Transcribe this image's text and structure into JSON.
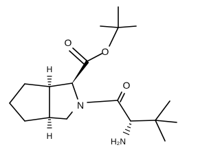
{
  "atoms": {
    "o_carbonyl_ester": "O",
    "o_ester": "O",
    "o_carbonyl_amide": "O",
    "n_ring": "N",
    "h_top": "H",
    "h_bottom": "H",
    "amine": "H₂N"
  }
}
